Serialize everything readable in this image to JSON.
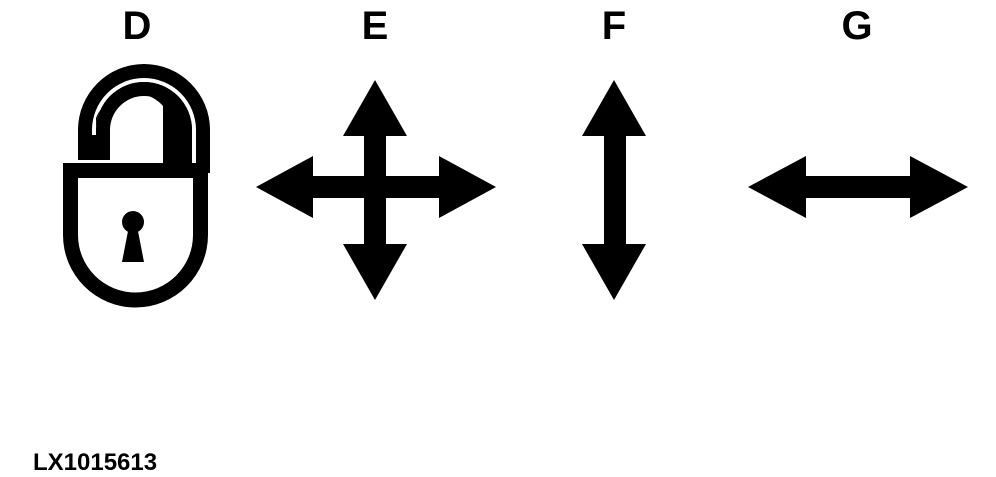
{
  "labels": {
    "d": "D",
    "e": "E",
    "f": "F",
    "g": "G"
  },
  "figure_id": "LX1015613",
  "icons": {
    "d": "unlocked-padlock-icon",
    "e": "four-way-arrow-icon",
    "f": "vertical-double-arrow-icon",
    "g": "horizontal-double-arrow-icon"
  },
  "colors": {
    "ink": "#000000",
    "background": "#ffffff"
  }
}
